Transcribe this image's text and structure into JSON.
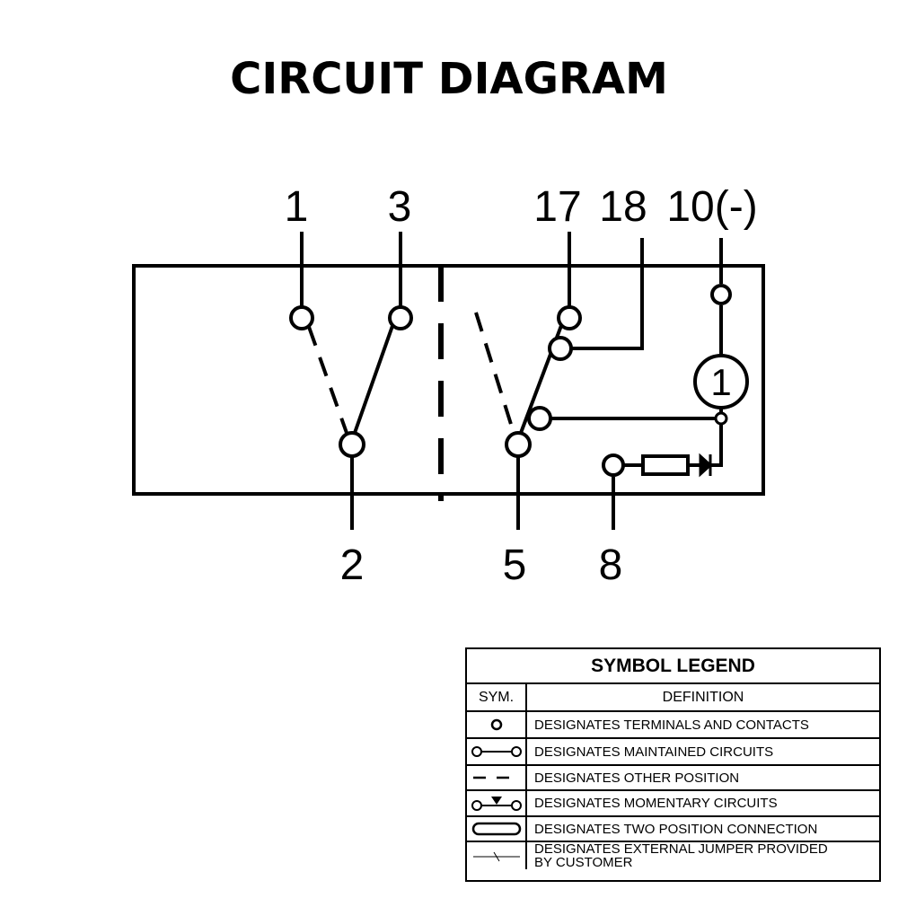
{
  "title": "CIRCUIT DIAGRAM",
  "terminals": {
    "t1": "1",
    "t3": "3",
    "t17": "17",
    "t18": "18",
    "t10": "10(-)",
    "t2": "2",
    "t5": "5",
    "t8": "8",
    "lamp": "1"
  },
  "legend": {
    "title": "SYMBOL LEGEND",
    "sym_header": "SYM.",
    "def_header": "DEFINITION",
    "rows": [
      {
        "icon": "terminal-contact-icon",
        "definition": "DESIGNATES TERMINALS AND CONTACTS"
      },
      {
        "icon": "maintained-circuit-icon",
        "definition": "DESIGNATES MAINTAINED CIRCUITS"
      },
      {
        "icon": "other-position-icon",
        "definition": "DESIGNATES OTHER POSITION"
      },
      {
        "icon": "momentary-circuit-icon",
        "definition": "DESIGNATES MOMENTARY CIRCUITS"
      },
      {
        "icon": "two-position-connection-icon",
        "definition": "DESIGNATES TWO POSITION CONNECTION"
      },
      {
        "icon": "external-jumper-icon",
        "definition": "DESIGNATES EXTERNAL JUMPER PROVIDED BY CUSTOMER"
      }
    ]
  }
}
